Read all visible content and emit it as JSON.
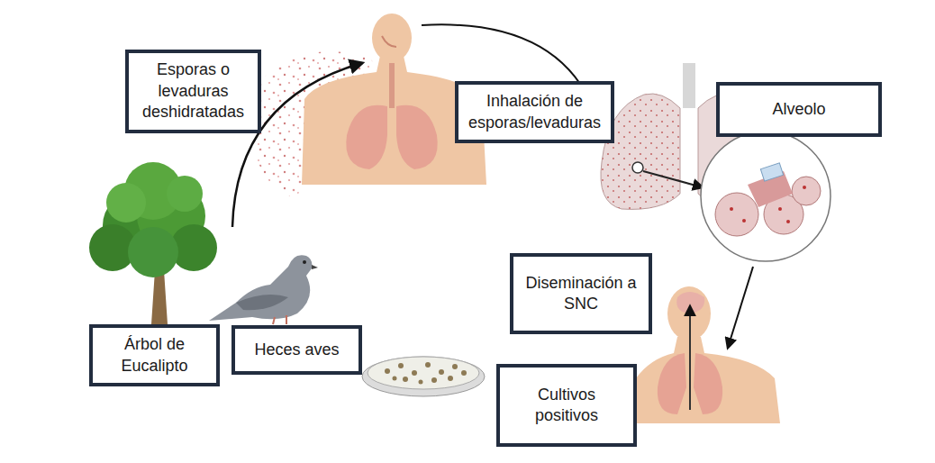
{
  "diagram": {
    "nodes": [
      {
        "text": [
          "Esporas o levaduras deshidratadas"
        ]
      },
      {
        "text": [
          "Inhalación de esporas/levaduras"
        ]
      },
      {
        "text": [
          "Alveolo"
        ]
      },
      {
        "text": [
          "Diseminación a SNC"
        ]
      },
      {
        "text": [
          "Árbol de Eucalipto"
        ]
      },
      {
        "text": [
          "Heces aves"
        ]
      },
      {
        "text": [
          "Cultivos positivos"
        ]
      }
    ]
  }
}
